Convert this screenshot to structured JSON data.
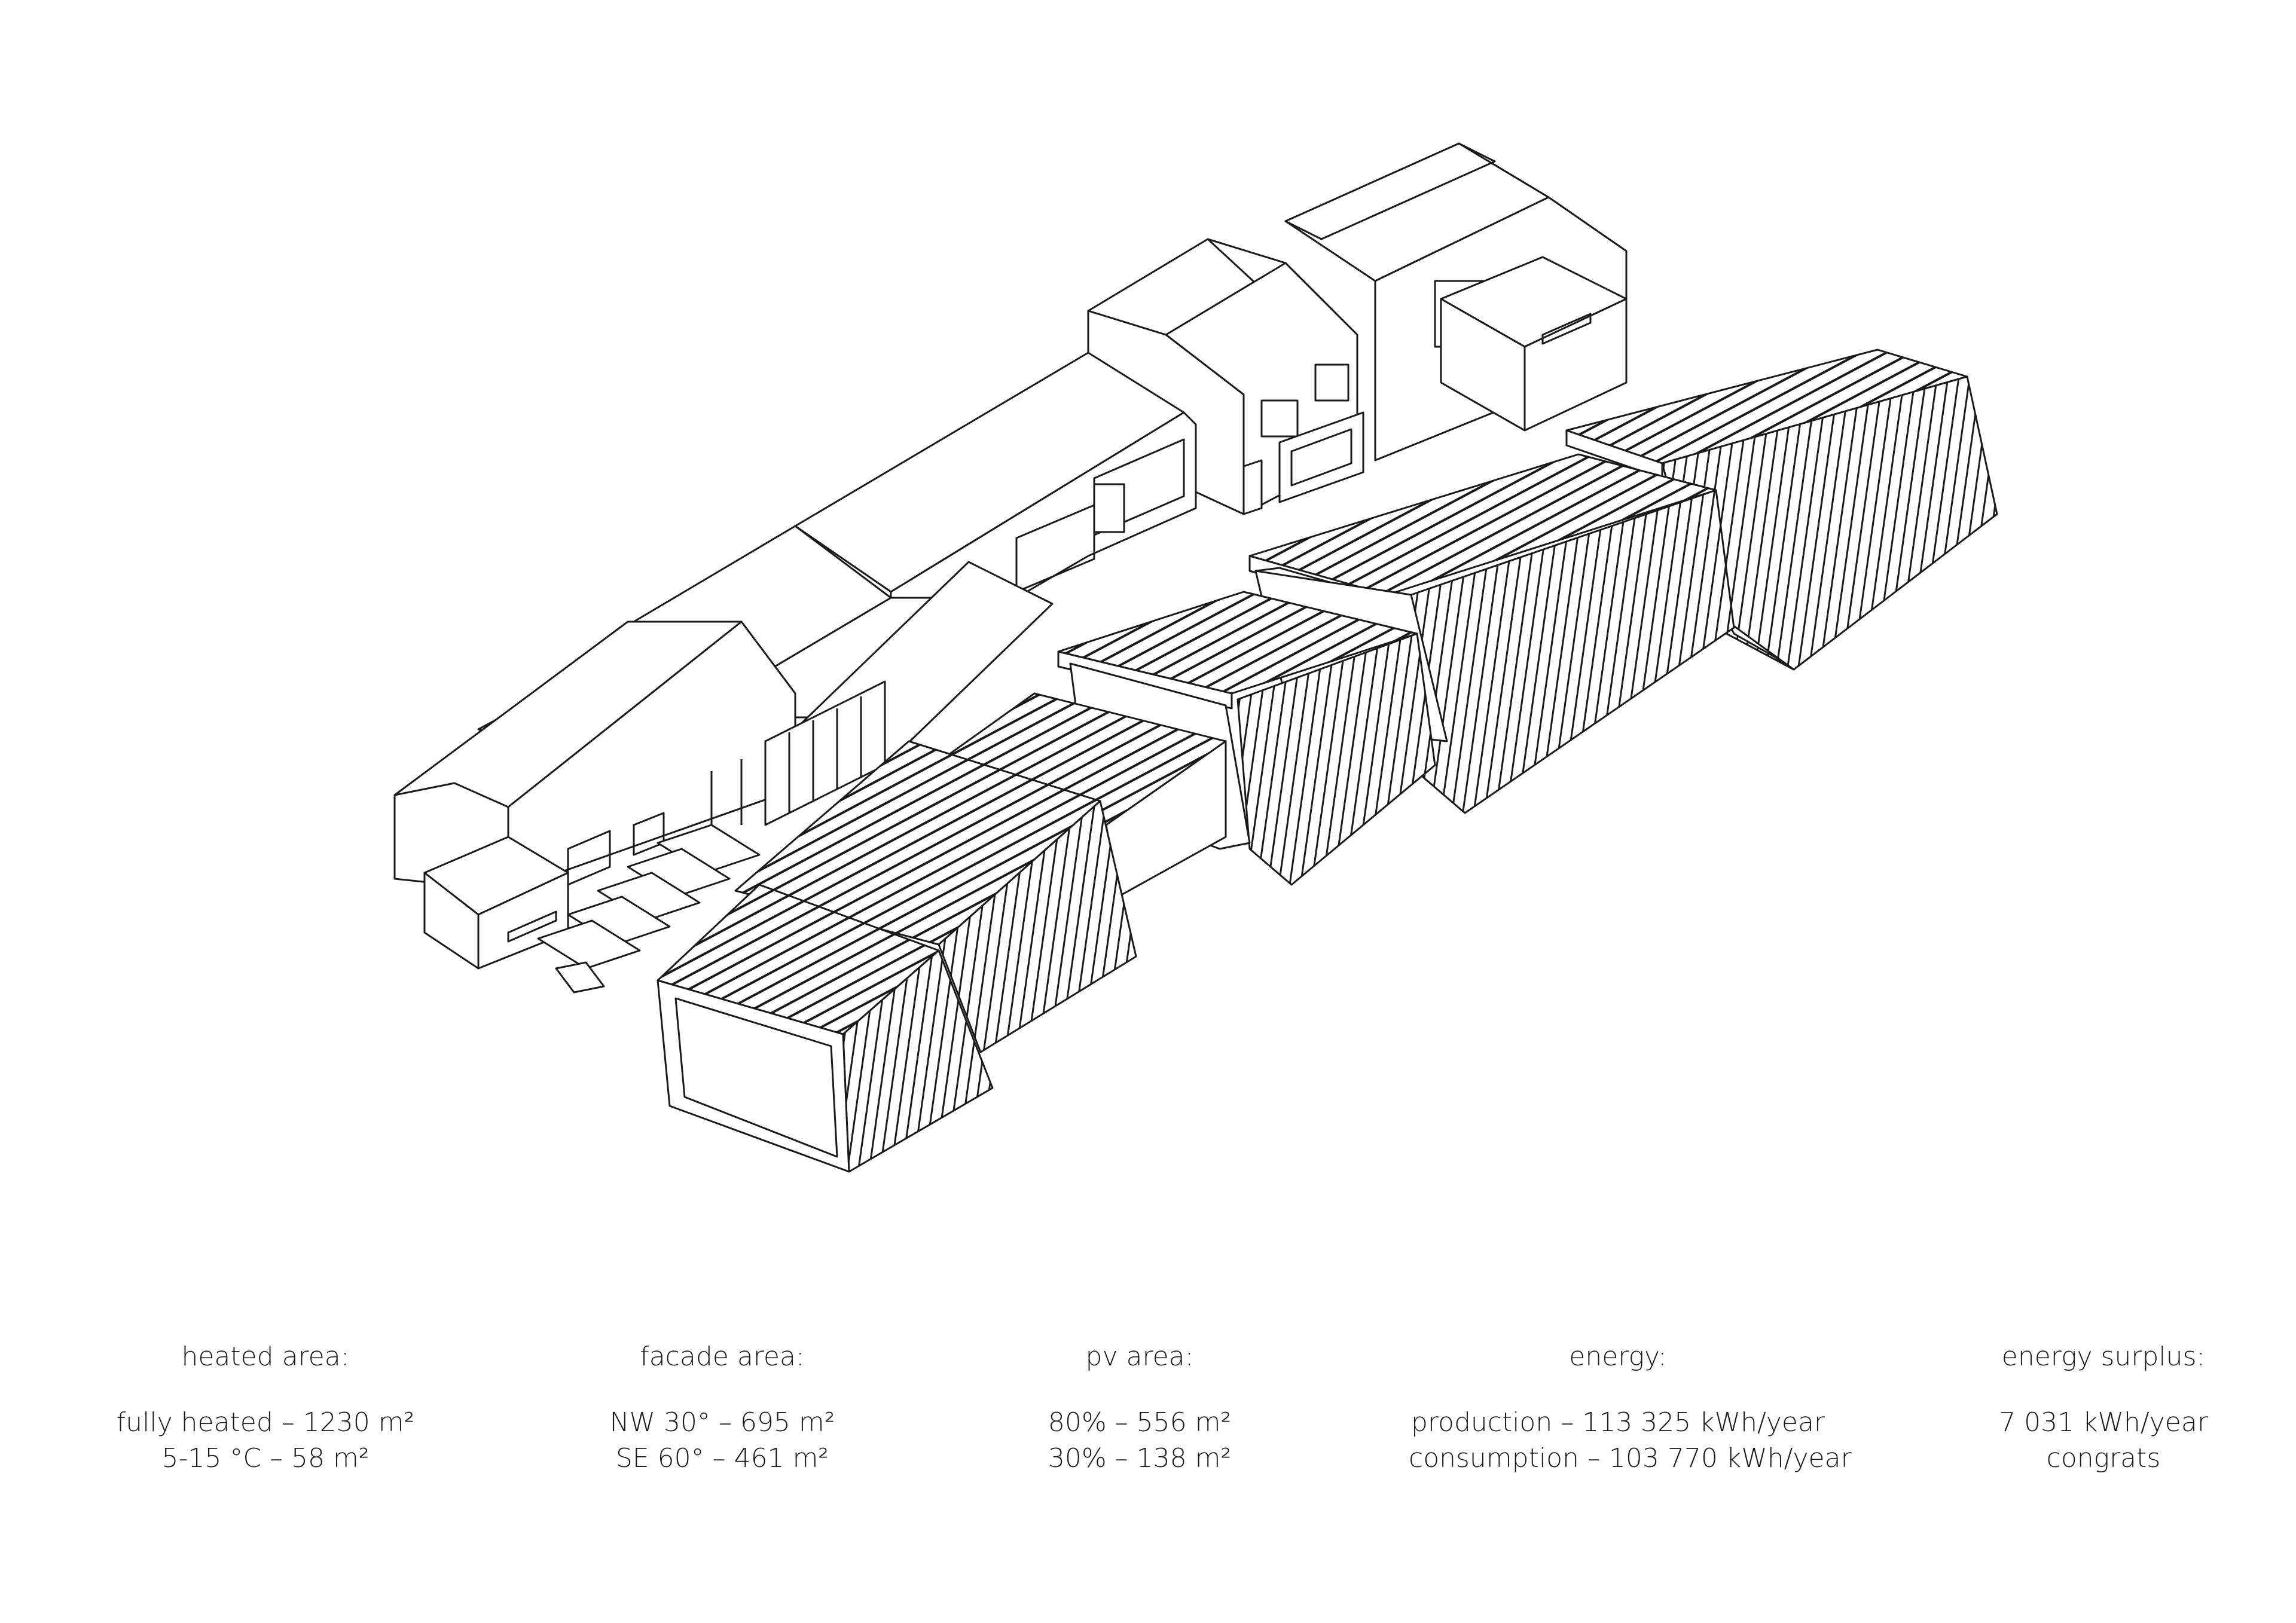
{
  "stats": [
    {
      "heading": "heated area:",
      "lines": [
        "fully heated – 1230 m²",
        "5-15 °C – 58 m²"
      ]
    },
    {
      "heading": "facade area:",
      "lines": [
        "NW 30° – 695 m²",
        "SE 60° – 461 m²"
      ]
    },
    {
      "heading": "pv area:",
      "lines": [
        "80% – 556 m²",
        "30% – 138 m²"
      ]
    },
    {
      "heading": "energy:",
      "lines": [
        "production – 113 325 kWh/year",
        "consumption – 103 770 kWh/year"
      ]
    },
    {
      "heading": "energy surplus:",
      "lines": [
        "7 031 kWh/year",
        "congrats"
      ]
    }
  ]
}
